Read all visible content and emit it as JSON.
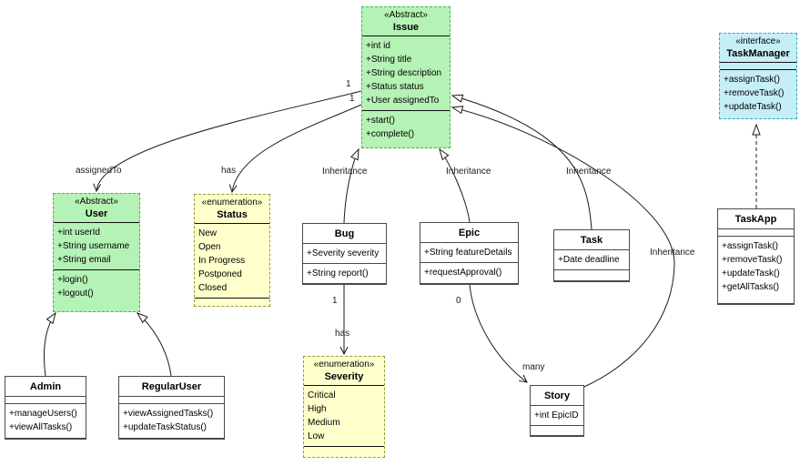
{
  "colors": {
    "abstract_fill": "#b5f2b5",
    "abstract_border": "#43b843",
    "interface_fill": "#c5eef6",
    "interface_border": "#2fa8c5",
    "enum_fill": "#ffffcc",
    "enum_border": "#99993a",
    "class_fill": "#ffffff",
    "class_border": "#4a4a4a",
    "edge_color": "#1a1a1a"
  },
  "classes": {
    "issue": {
      "stereotype": "«Abstract»",
      "name": "Issue",
      "attributes": [
        "+int id",
        "+String title",
        "+String description",
        "+Status status",
        "+User assignedTo"
      ],
      "methods": [
        "+start()",
        "+complete()"
      ]
    },
    "task_manager": {
      "stereotype": "«interface»",
      "name": "TaskManager",
      "methods": [
        "+assignTask()",
        "+removeTask()",
        "+updateTask()"
      ]
    },
    "user": {
      "stereotype": "«Abstract»",
      "name": "User",
      "attributes": [
        "+int userId",
        "+String username",
        "+String email"
      ],
      "methods": [
        "+login()",
        "+logout()"
      ]
    },
    "status": {
      "stereotype": "«enumeration»",
      "name": "Status",
      "values": [
        "New",
        "Open",
        "In Progress",
        "Postponed",
        "Closed"
      ]
    },
    "severity": {
      "stereotype": "«enumeration»",
      "name": "Severity",
      "values": [
        "Critical",
        "High",
        "Medium",
        "Low"
      ]
    },
    "bug": {
      "name": "Bug",
      "attributes": [
        "+Severity severity"
      ],
      "methods": [
        "+String report()"
      ]
    },
    "epic": {
      "name": "Epic",
      "attributes": [
        "+String featureDetails"
      ],
      "methods": [
        "+requestApproval()"
      ]
    },
    "task": {
      "name": "Task",
      "attributes": [
        "+Date deadline"
      ]
    },
    "admin": {
      "name": "Admin",
      "methods": [
        "+manageUsers()",
        "+viewAllTasks()"
      ]
    },
    "regular_user": {
      "name": "RegularUser",
      "methods": [
        "+viewAssignedTasks()",
        "+updateTaskStatus()"
      ]
    },
    "story": {
      "name": "Story",
      "attributes": [
        "+int EpicID"
      ]
    },
    "task_app": {
      "name": "TaskApp",
      "methods": [
        "+assignTask()",
        "+removeTask()",
        "+updateTask()",
        "+getAllTasks()"
      ]
    }
  },
  "edge_labels": {
    "assigned_to": "assignedTo",
    "has_status": "has",
    "inh_bug": "Inheritance",
    "inh_epic": "Inheritance",
    "inh_task": "Inheritance",
    "inh_story": "Inheritance",
    "mult_assigned_one": "1",
    "mult_has_one": "1",
    "mult_bug_one": "1",
    "has_severity": "has",
    "mult_epic_zero": "0",
    "mult_story_many": "many"
  }
}
